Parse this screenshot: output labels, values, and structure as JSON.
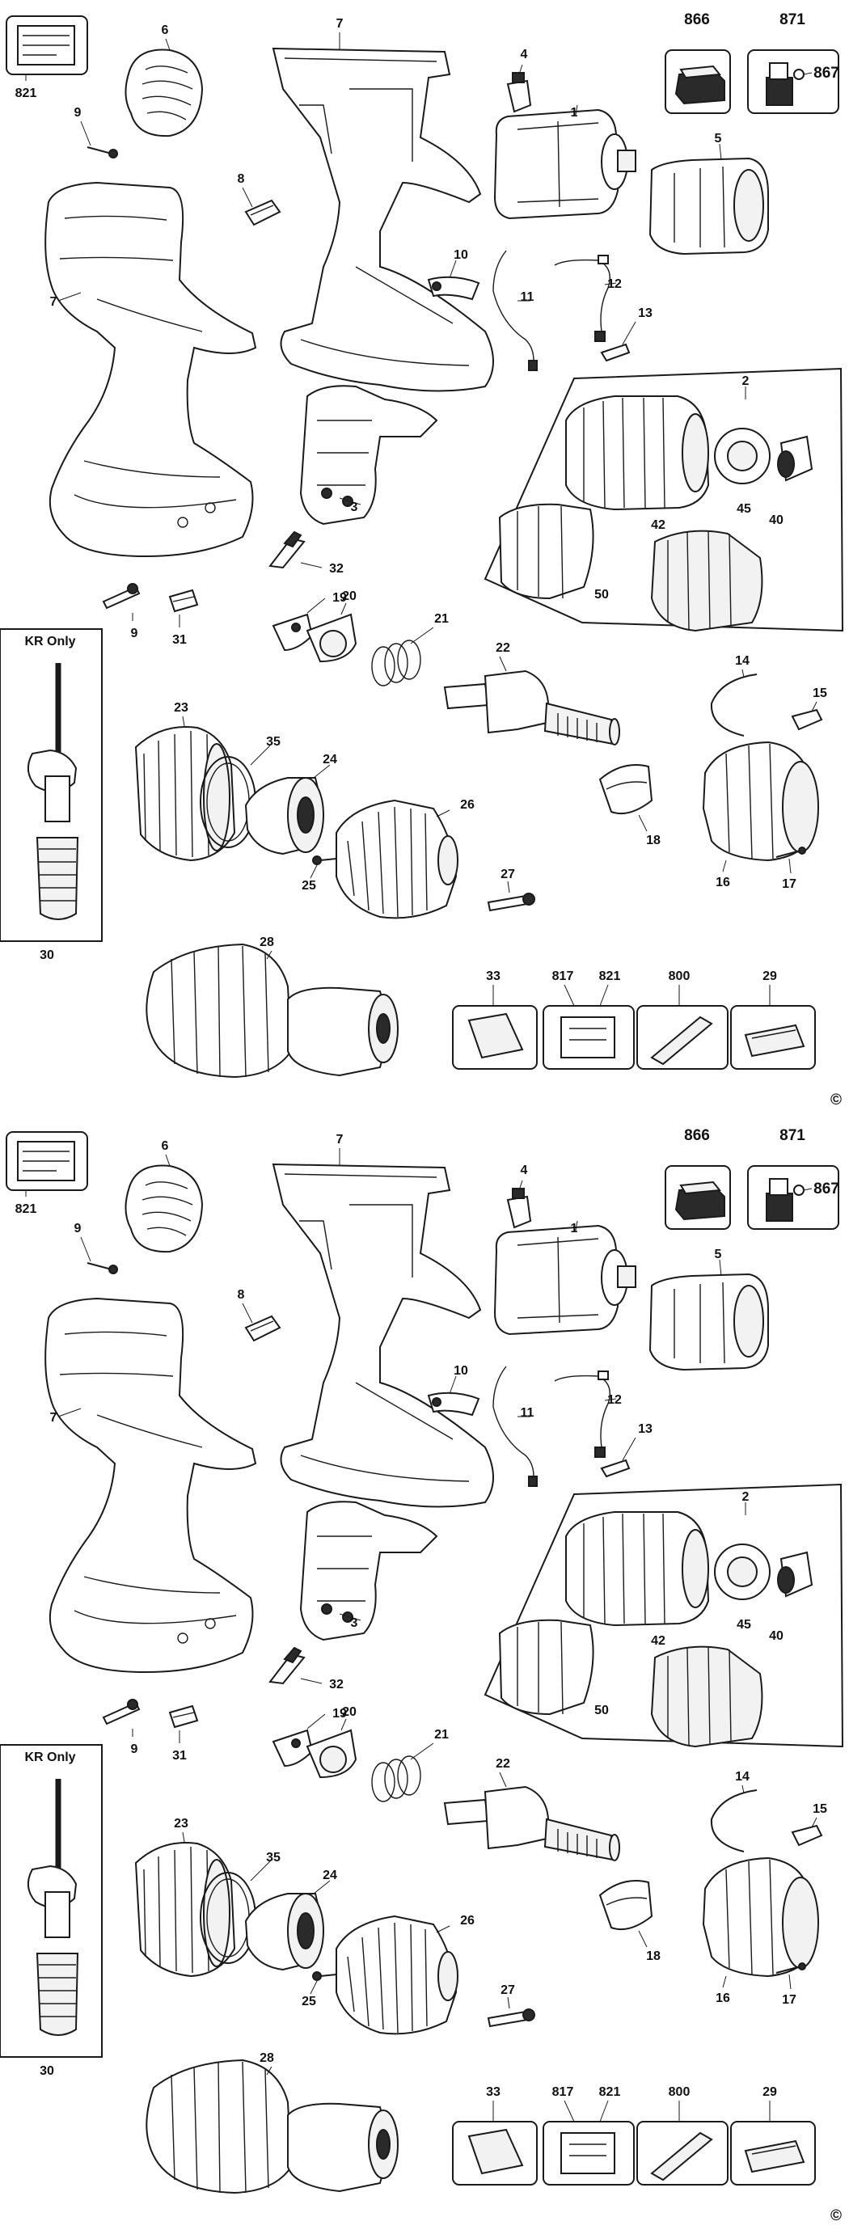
{
  "copyright_symbol": "©",
  "panels": [
    {
      "labels": {
        "p866": "866",
        "p871": "871",
        "p867": "867",
        "p821_top": "821",
        "p6": "6",
        "p7_top": "7",
        "p4": "4",
        "p1": "1",
        "p5": "5",
        "p9_top": "9",
        "p8": "8",
        "p7_left": "7",
        "p10": "10",
        "p11": "11",
        "p12": "12",
        "p13": "13",
        "p2": "2",
        "p3": "3",
        "p45": "45",
        "p40": "40",
        "p42": "42",
        "p50": "50",
        "p32": "32",
        "p9_low": "9",
        "p31": "31",
        "kr_only": "KR Only",
        "p19": "19",
        "p20": "20",
        "p21": "21",
        "p22": "22",
        "p14": "14",
        "p15": "15",
        "p23": "23",
        "p35": "35",
        "p24": "24",
        "p26": "26",
        "p18": "18",
        "p16": "16",
        "p17": "17",
        "p25": "25",
        "p27": "27",
        "p30": "30",
        "p28": "28",
        "p33": "33",
        "p817": "817",
        "p821_kit": "821",
        "p800": "800",
        "p29": "29"
      }
    },
    {
      "labels": {
        "p866": "866",
        "p871": "871",
        "p867": "867",
        "p821_top": "821",
        "p6": "6",
        "p7_top": "7",
        "p4": "4",
        "p1": "1",
        "p5": "5",
        "p9_top": "9",
        "p8": "8",
        "p7_left": "7",
        "p10": "10",
        "p11": "11",
        "p12": "12",
        "p13": "13",
        "p2": "2",
        "p3": "3",
        "p45": "45",
        "p40": "40",
        "p42": "42",
        "p50": "50",
        "p32": "32",
        "p9_low": "9",
        "p31": "31",
        "kr_only": "KR Only",
        "p19": "19",
        "p20": "20",
        "p21": "21",
        "p22": "22",
        "p14": "14",
        "p15": "15",
        "p23": "23",
        "p35": "35",
        "p24": "24",
        "p26": "26",
        "p18": "18",
        "p16": "16",
        "p17": "17",
        "p25": "25",
        "p27": "27",
        "p30": "30",
        "p28": "28",
        "p33": "33",
        "p817": "817",
        "p821_kit": "821",
        "p800": "800",
        "p29": "29"
      }
    }
  ]
}
